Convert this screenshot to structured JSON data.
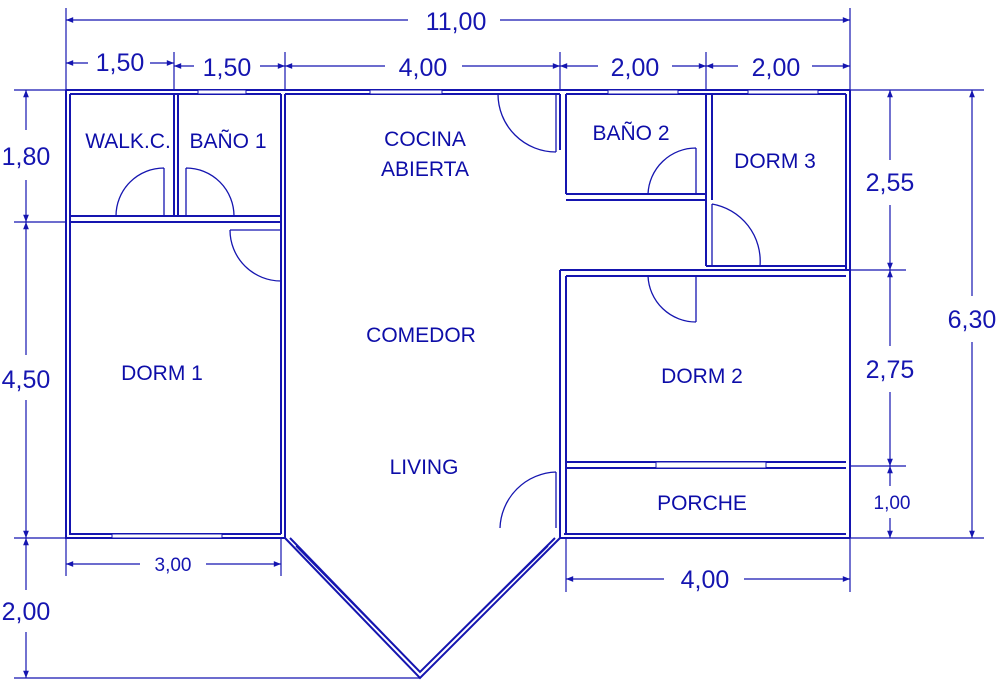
{
  "rooms": {
    "walk_closet": "WALK.C.",
    "bano1": "BAÑO 1",
    "cocina_line1": "COCINA",
    "cocina_line2": "ABIERTA",
    "bano2": "BAÑO 2",
    "dorm3": "DORM 3",
    "dorm1": "DORM 1",
    "comedor": "COMEDOR",
    "living": "LIVING",
    "dorm2": "DORM 2",
    "porche": "PORCHE"
  },
  "dimensions": {
    "total_width": "11,00",
    "top": [
      "1,50",
      "1,50",
      "4,00",
      "2,00",
      "2,00"
    ],
    "left": [
      "1,80",
      "4,50",
      "2,00"
    ],
    "right": [
      "2,55",
      "2,75",
      "1,00"
    ],
    "total_height": "6,30",
    "dorm1_width": "3,00",
    "dorm2_width": "4,00"
  },
  "colors": {
    "lines": "#1515b0",
    "text": "#0d0da8",
    "background": "#ffffff"
  }
}
